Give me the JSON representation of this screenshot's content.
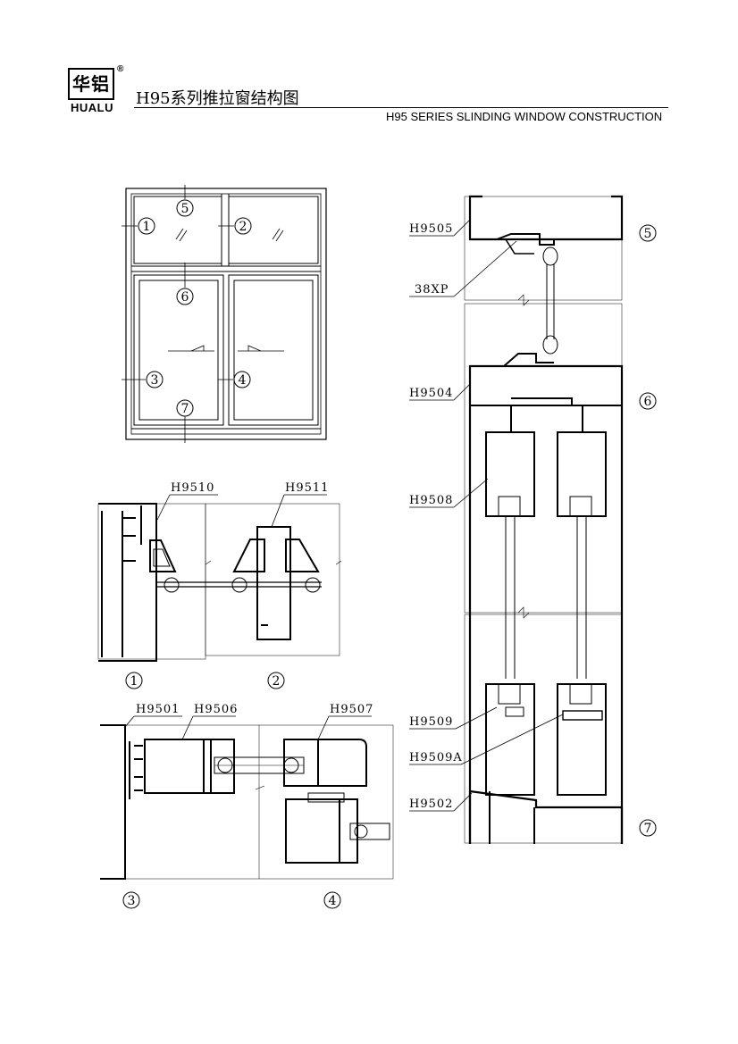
{
  "header": {
    "logo_cn": "华铝",
    "logo_en": "HUALU",
    "logo_reg": "®",
    "title_cn": "H95系列推拉窗结构图",
    "title_en": "H95 SERIES SLINDING WINDOW CONSTRUCTION"
  },
  "elevation": {
    "markers": [
      "1",
      "2",
      "3",
      "4",
      "5",
      "6",
      "7"
    ]
  },
  "details": {
    "sections": [
      "1",
      "2",
      "3",
      "4"
    ],
    "labels": [
      "H9510",
      "H9511",
      "H9501",
      "H9506",
      "H9507"
    ]
  },
  "vertical_section": {
    "markers": [
      "5",
      "6",
      "7"
    ],
    "labels": [
      "H9505",
      "38XP",
      "H9504",
      "H9508",
      "H9509",
      "H9509A",
      "H9502"
    ]
  },
  "colors": {
    "line": "#000000",
    "thin_line": "#555555",
    "background": "#ffffff"
  }
}
